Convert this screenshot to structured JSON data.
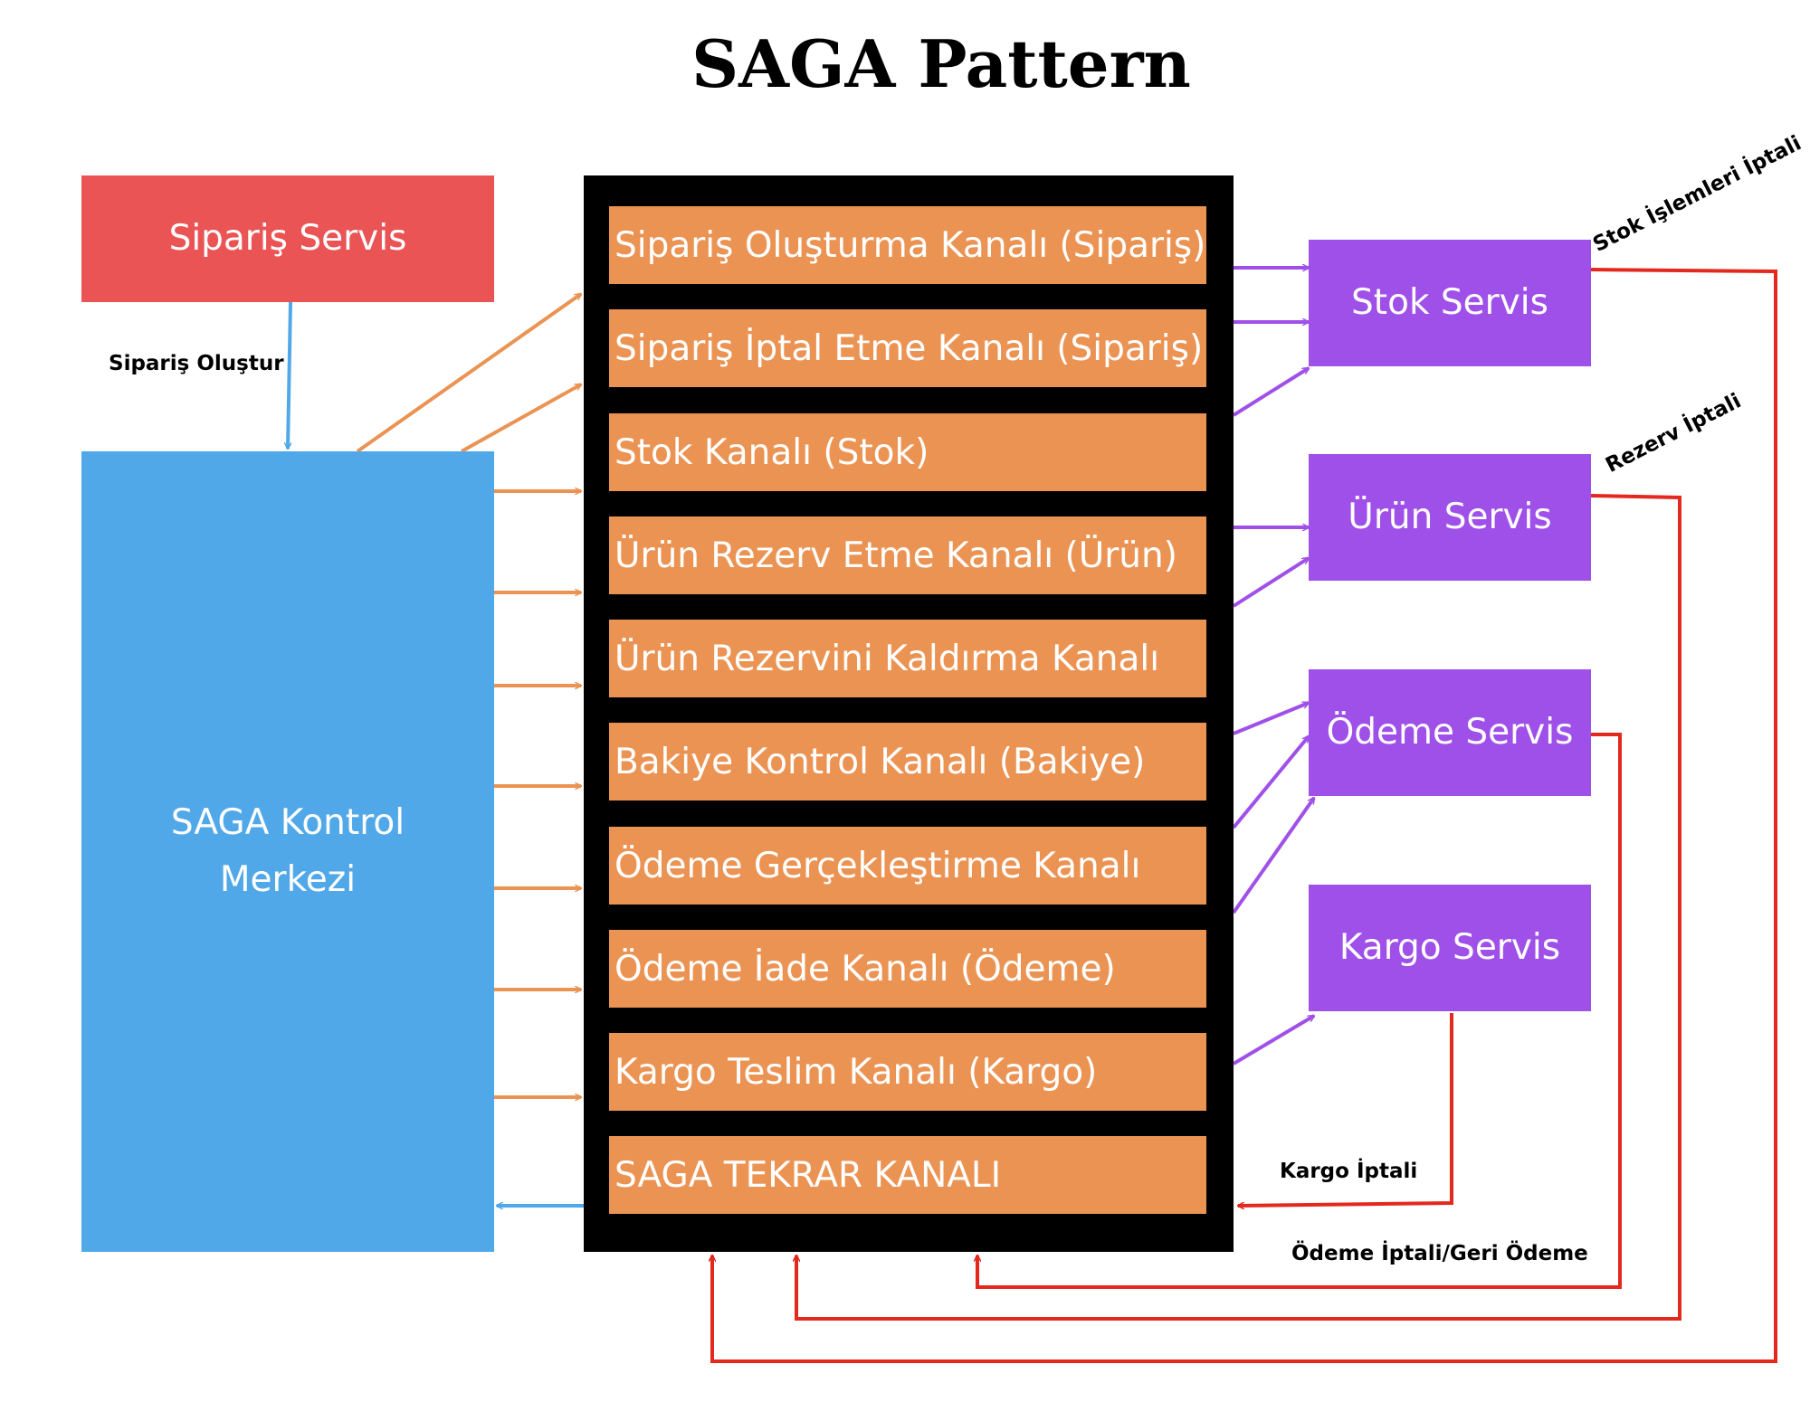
{
  "title": "SAGA Pattern",
  "services": {
    "siparis": "Sipariş Servis",
    "saga_kontrol": "SAGA Kontrol\nMerkezi",
    "stok": "Stok Servis",
    "urun": "Ürün Servis",
    "odeme": "Ödeme Servis",
    "kargo": "Kargo Servis"
  },
  "channels": [
    "Sipariş Oluşturma Kanalı (Sipariş)",
    "Sipariş İptal Etme Kanalı (Sipariş)",
    "Stok Kanalı (Stok)",
    "Ürün Rezerv Etme Kanalı (Ürün)",
    "Ürün Rezervini Kaldırma Kanalı",
    "Bakiye Kontrol Kanalı (Bakiye)",
    "Ödeme Gerçekleştirme Kanalı",
    "Ödeme İade Kanalı (Ödeme)",
    "Kargo Teslim Kanalı (Kargo)",
    "SAGA TEKRAR KANALI"
  ],
  "labels": {
    "siparis_olustur": "Sipariş Oluştur",
    "stok_iptali": "Stok İşlemleri İptali",
    "rezerv_iptali": "Rezerv İptali",
    "kargo_iptali": "Kargo İptali",
    "odeme_iptali": "Ödeme İptali/Geri Ödeme"
  },
  "colors": {
    "siparis_servis": "#ea5455",
    "saga_kontrol": "#51a8e8",
    "channel": "#eb9353",
    "service": "#9f50e8",
    "orange_arrow": "#eb9353",
    "purple_arrow": "#a050e8",
    "blue_arrow": "#51a8e8",
    "red_arrow": "#e3281e"
  }
}
